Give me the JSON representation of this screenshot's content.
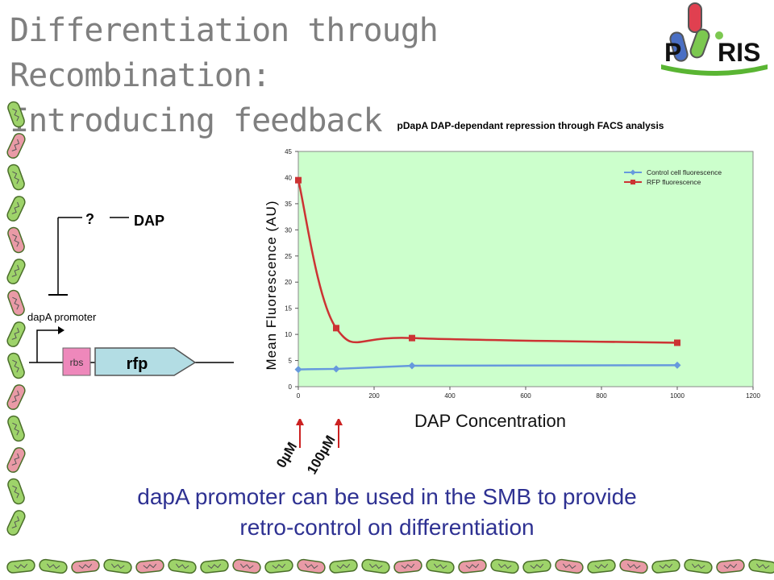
{
  "slide": {
    "title_line1": "Differentiation through Recombination:",
    "title_line2": "Introducing feedback",
    "logo_text_left": "P",
    "logo_text_right": "RIS",
    "bottom_line1": "dapA promoter can be used in the SMB to provide",
    "bottom_line2": "retro-control on differentiation"
  },
  "circuit": {
    "question": "?",
    "dap": "DAP",
    "promoter": "dapA promoter",
    "rbs": "rbs",
    "gene": "rfp"
  },
  "concentration_labels": [
    "0µM",
    "100µM"
  ],
  "colors": {
    "plot_bg": "#ccffcc",
    "control": "#6699dd",
    "rfp": "#cc3333",
    "accent_text": "#2e3192",
    "title": "#7f7f7f"
  },
  "chart_data": {
    "type": "line",
    "title": "pDapA DAP-dependant repression through FACS analysis",
    "xlabel": "DAP Concentration",
    "ylabel": "Mean Fluorescence (AU)",
    "xlim": [
      0,
      1200
    ],
    "ylim": [
      0,
      45
    ],
    "xticks": [
      0,
      200,
      400,
      600,
      800,
      1000,
      1200
    ],
    "yticks": [
      0,
      5,
      10,
      15,
      20,
      25,
      30,
      35,
      40,
      45
    ],
    "grid": false,
    "legend_position": "top-right",
    "series": [
      {
        "name": "Control cell fluorescence",
        "color": "#6699dd",
        "marker": "diamond",
        "x": [
          0,
          100,
          300,
          1000
        ],
        "y": [
          3.3,
          3.4,
          4.0,
          4.1
        ]
      },
      {
        "name": "RFP fluorescence",
        "color": "#cc3333",
        "marker": "square",
        "x": [
          0,
          100,
          300,
          1000
        ],
        "y": [
          39.5,
          11.2,
          9.3,
          8.4
        ]
      }
    ]
  }
}
